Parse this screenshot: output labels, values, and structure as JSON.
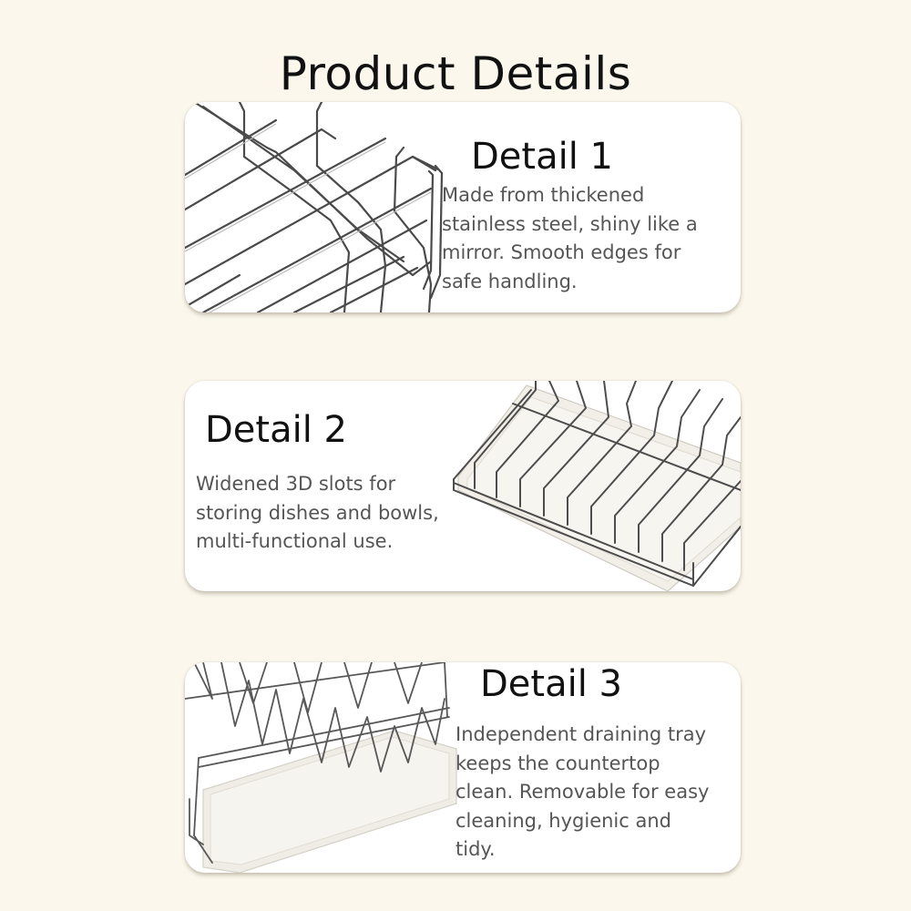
{
  "header": {
    "title": "Product Details"
  },
  "details": [
    {
      "title": "Detail 1",
      "lines": [
        "Made from thickened",
        "stainless steel, shiny like a",
        "mirror. Smooth edges for",
        "safe handling."
      ],
      "image": "stainless-wire-rack-corner-closeup"
    },
    {
      "title": "Detail 2",
      "lines": [
        "Widened 3D slots for",
        "storing dishes and bowls,",
        "multi-functional use."
      ],
      "image": "dish-slots-with-tray"
    },
    {
      "title": "Detail 3",
      "lines": [
        "Independent draining tray",
        "keeps the countertop",
        "clean. Removable for easy",
        "cleaning, hygienic and",
        "tidy."
      ],
      "image": "removable-drain-tray"
    }
  ],
  "colors": {
    "background": "#fbf7ec",
    "card": "#ffffff",
    "title": "#111111",
    "body_text": "#555555",
    "wire": "#555555",
    "tray": "#f1efe8"
  }
}
